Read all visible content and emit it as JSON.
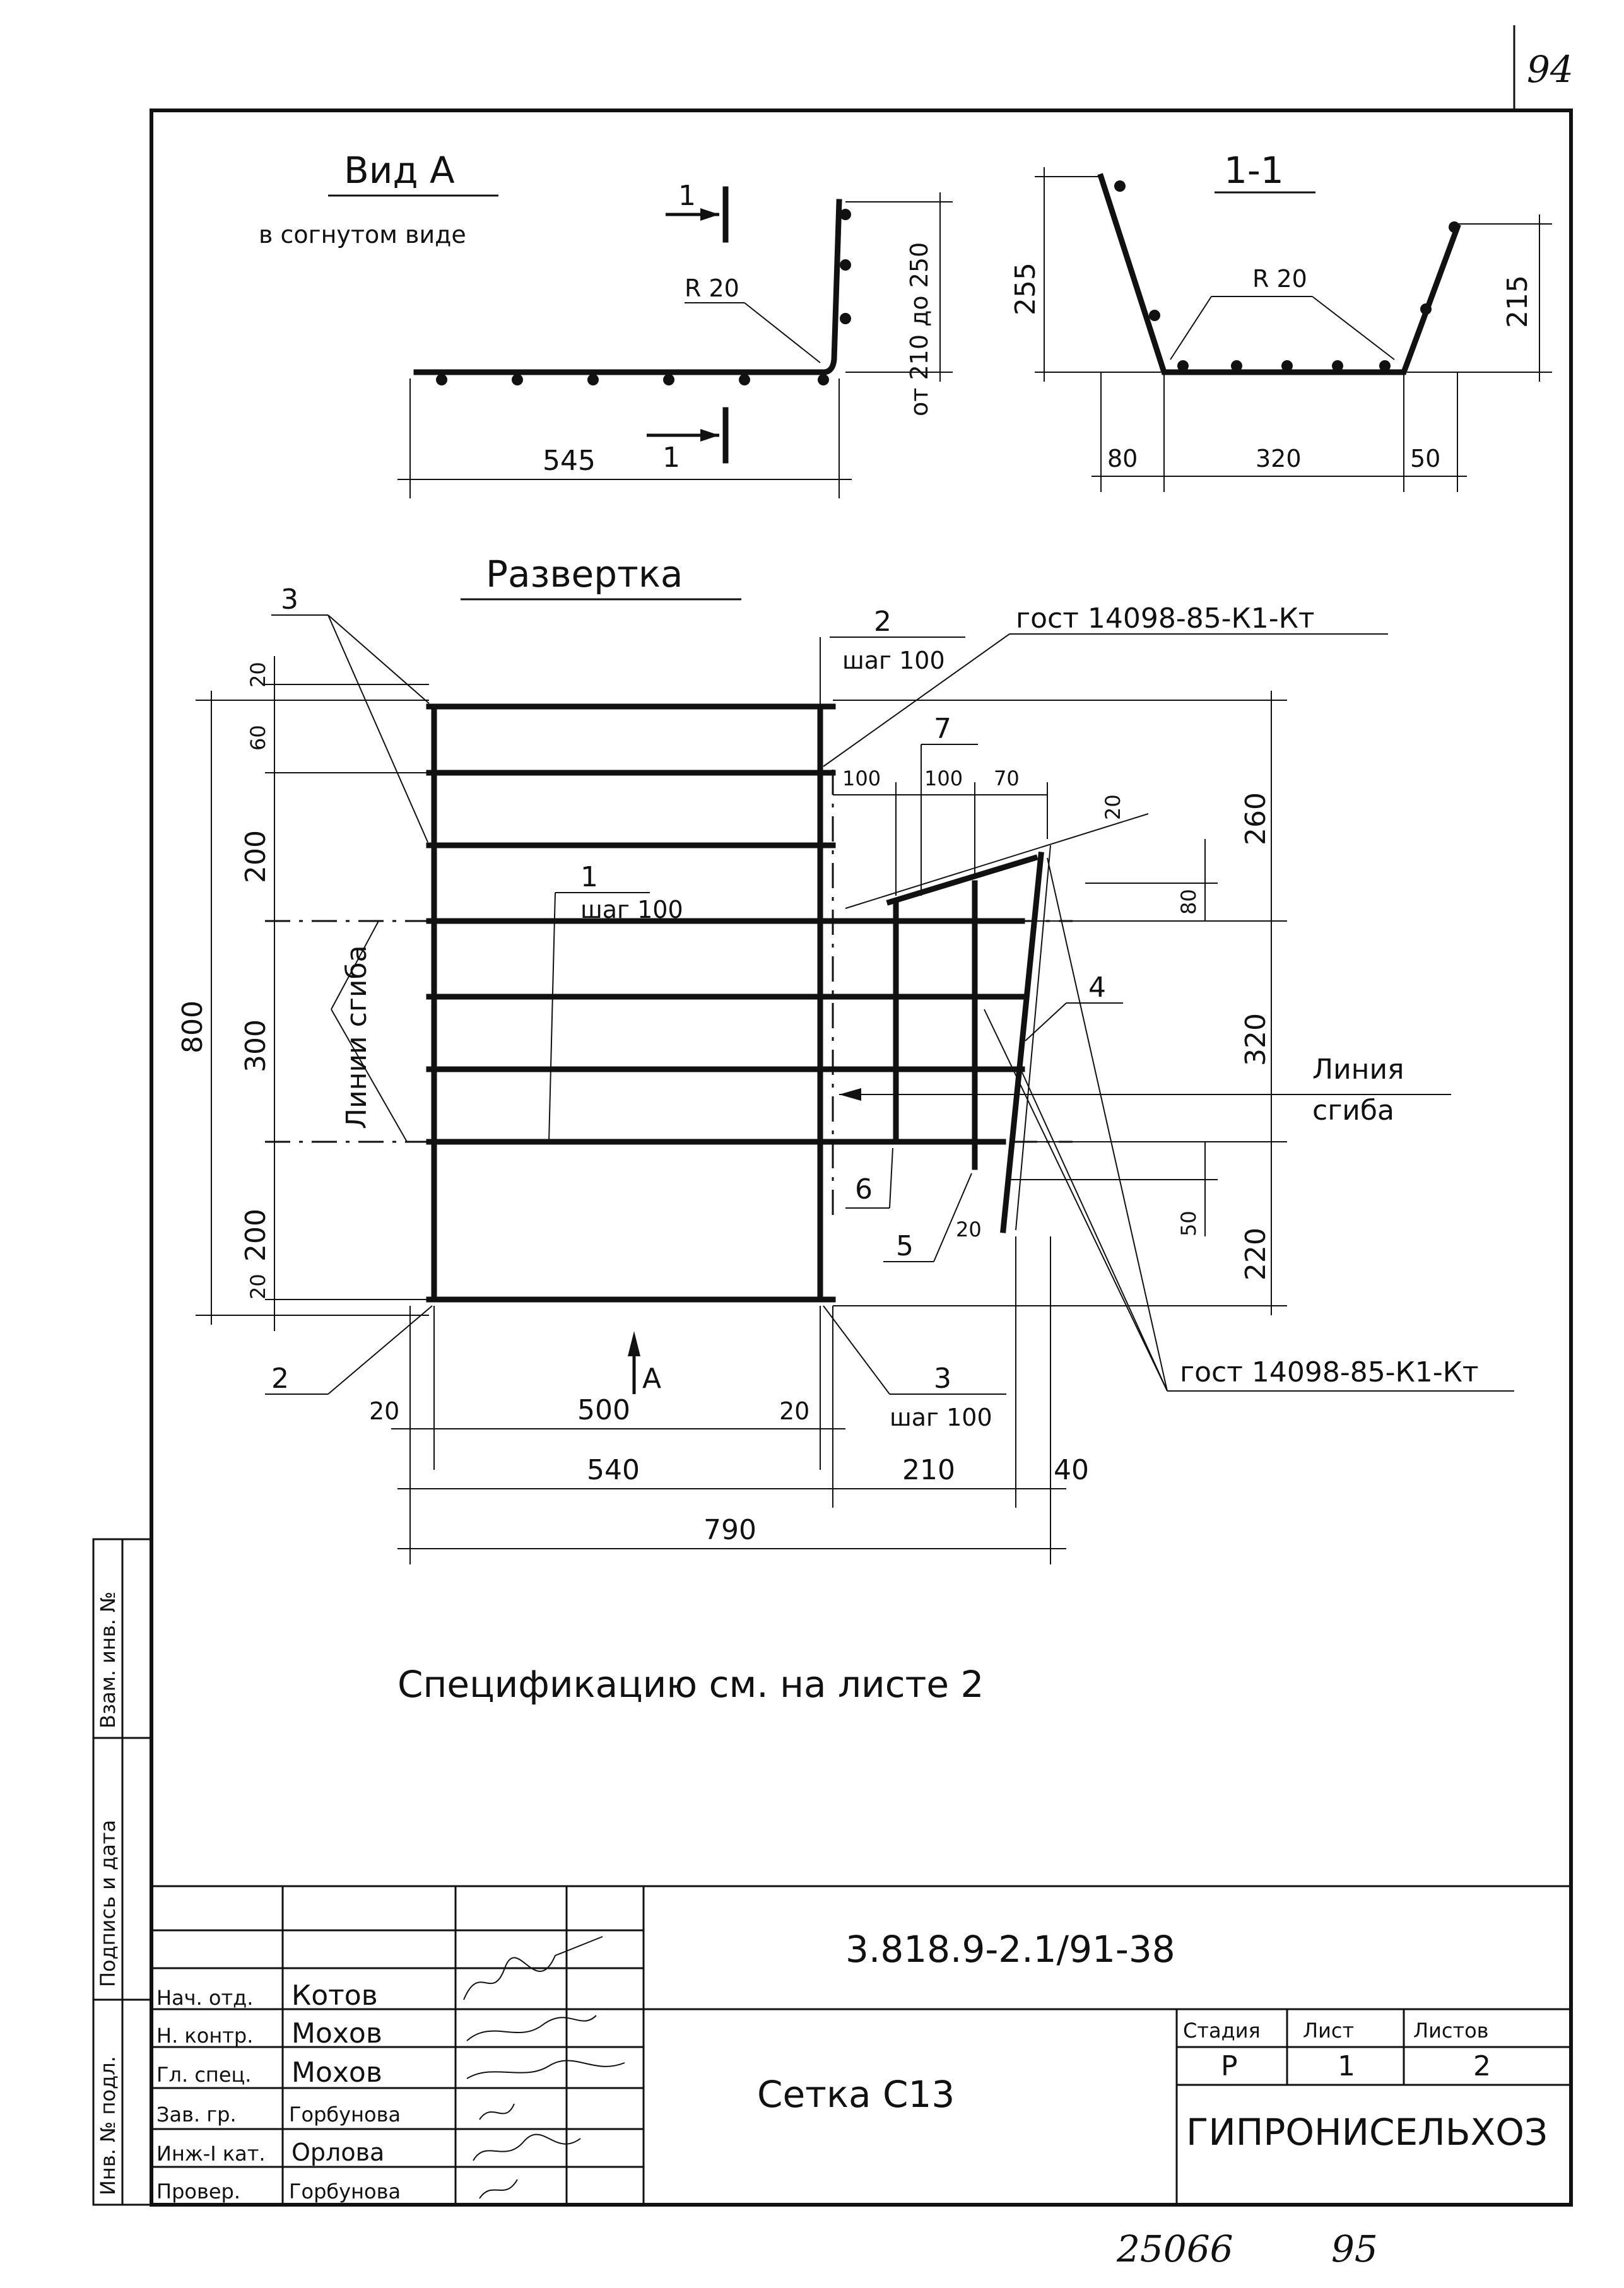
{
  "page_number": "94",
  "view_a": {
    "title": "Вид  А",
    "subtitle": "в согнутом   виде",
    "dim_length": "545",
    "dim_height": "от 210 до 250",
    "radius": "R 20",
    "section_mark": "1"
  },
  "section_1_1": {
    "title": "1-1",
    "radius": "R 20",
    "dim_left_height": "255",
    "dim_right_height": "215",
    "dim_left_width": "80",
    "dim_middle_width": "320",
    "dim_right_width": "50"
  },
  "razvertka": {
    "title": "Развертка",
    "gost_top": "гост 14098-85-К1-Кт",
    "gost_bottom": "гост 14098-85-К1-Кт",
    "bend_lines_left": "Линии сгиба",
    "bend_line_right_1": "Линия",
    "bend_line_right_2": "сгиба",
    "view_arrow": "А",
    "callouts": {
      "c3_top": "3",
      "c2_top": "2",
      "c2_step": "шаг 100",
      "c1": "1",
      "c1_step": "шаг 100",
      "c7": "7",
      "c4": "4",
      "c6": "6",
      "c5": "5",
      "c2_bottom": "2",
      "c3_bottom": "3",
      "c3_step": "шаг 100"
    },
    "dims_left": [
      "20",
      "60",
      "200",
      "300",
      "200",
      "20"
    ],
    "dim_total_height": "800",
    "dims_right": [
      "260",
      "320",
      "220"
    ],
    "dim_right_small_top": "80",
    "dim_right_small_bottom": "50",
    "dims_top_right": [
      "100",
      "100",
      "70"
    ],
    "dim_top_corner": "20",
    "dim_bottom_corner": "20",
    "dims_bottom_row1": [
      "20",
      "500",
      "20"
    ],
    "dims_bottom_row2": [
      "540",
      "210",
      "40"
    ],
    "dim_total_width": "790"
  },
  "note": "Спецификацию  см.  на  листе  2",
  "side_stamp": {
    "inv_podl": "Инв. № подл.",
    "podpis": "Подпись и дата",
    "vzam": "Взам. инв. №"
  },
  "title_block": {
    "doc_code": "3.818.9-2.1/91-38",
    "name": "Сетка  С13",
    "org": "ГИПРОНИСЕЛЬХОЗ",
    "stadiya_label": "Стадия",
    "list_label": "Лист",
    "listov_label": "Листов",
    "stadiya": "Р",
    "list": "1",
    "listov": "2",
    "rows": [
      {
        "role": "Нач. отд.",
        "name": "Котов"
      },
      {
        "role": "Н. контр.",
        "name": "Мохов"
      },
      {
        "role": "Гл. спец.",
        "name": "Мохов"
      },
      {
        "role": "Зав. гр.",
        "name": "Горбунова"
      },
      {
        "role": "Инж-I кат.",
        "name": "Орлова"
      },
      {
        "role": "Провер.",
        "name": "Горбунова"
      }
    ]
  },
  "footer": {
    "inv_number": "25066",
    "sheet_number": "95"
  }
}
